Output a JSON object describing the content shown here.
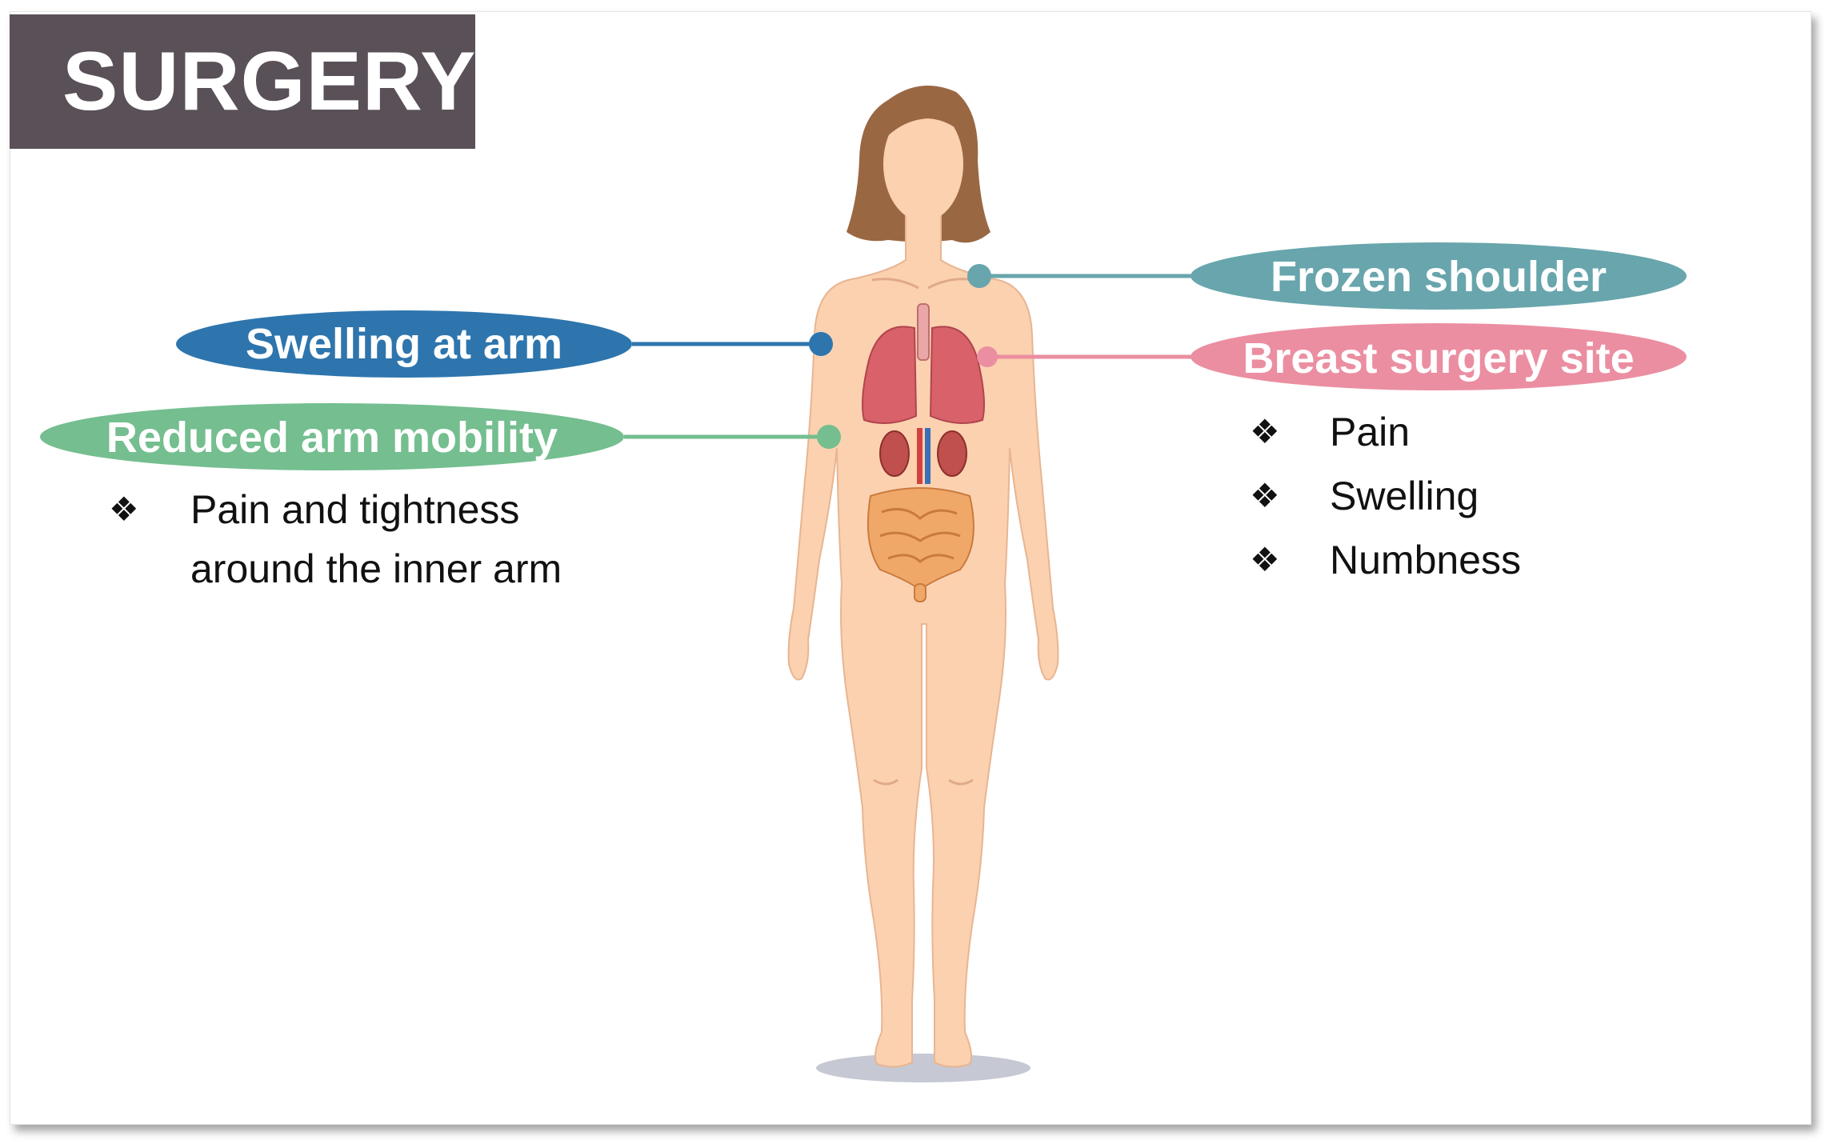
{
  "title": "SURGERY",
  "labels": {
    "swelling_at_arm": "Swelling at arm",
    "reduced_arm_mobility": "Reduced arm mobility",
    "frozen_shoulder": "Frozen shoulder",
    "breast_surgery_site": "Breast surgery site"
  },
  "left_list": {
    "bullet": "❖",
    "item_line1": "Pain and tightness",
    "item_line2": "around the inner arm"
  },
  "right_list": {
    "bullet": "❖",
    "items": [
      "Pain",
      "Swelling",
      "Numbness"
    ]
  },
  "colors": {
    "title_bg": "#5a5058",
    "swelling": "#2e75ad",
    "mobility": "#74be8f",
    "frozen": "#68a5ac",
    "breast": "#eb8ea1",
    "skin": "#fbd1b0",
    "hair": "#9a6743"
  },
  "icons": [
    "female-body-figure",
    "lungs-icon",
    "kidneys-icon",
    "intestines-icon"
  ]
}
